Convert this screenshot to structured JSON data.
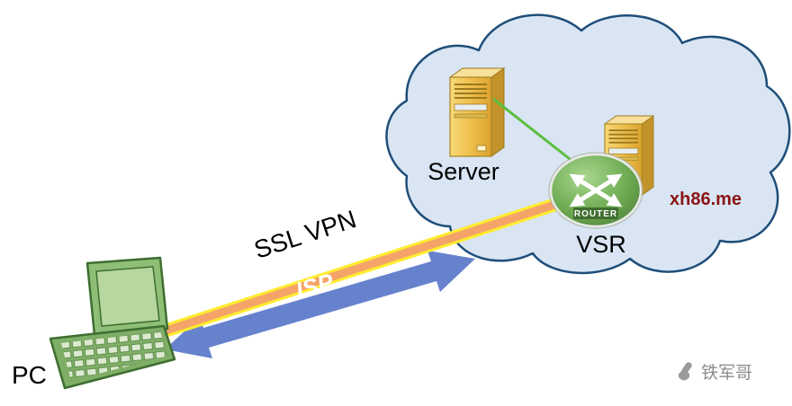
{
  "labels": {
    "pc": "PC",
    "server": "Server",
    "vsr": "VSR",
    "router": "ROUTER",
    "ssl_vpn": "SSL VPN",
    "isp": "ISP"
  },
  "watermarks": {
    "site": "xh86.me",
    "author": "铁军哥"
  },
  "colors": {
    "background": "#ffffff",
    "cloud_fill": "#d9e5f3",
    "cloud_stroke": "#1f4e79",
    "label_text": "#000000",
    "server_gold": "#eebf4d",
    "router_green": "#6aa84f",
    "link_green": "#5bbf3f",
    "ssl_core": "#f4a469",
    "ssl_glow": "#ffec2e",
    "isp_blue": "#5b79c9",
    "isp_text": "#ffffff",
    "laptop_green": "#8fbf77",
    "site_text": "#8b1515",
    "watermark_gray": "#8c8c8c"
  }
}
